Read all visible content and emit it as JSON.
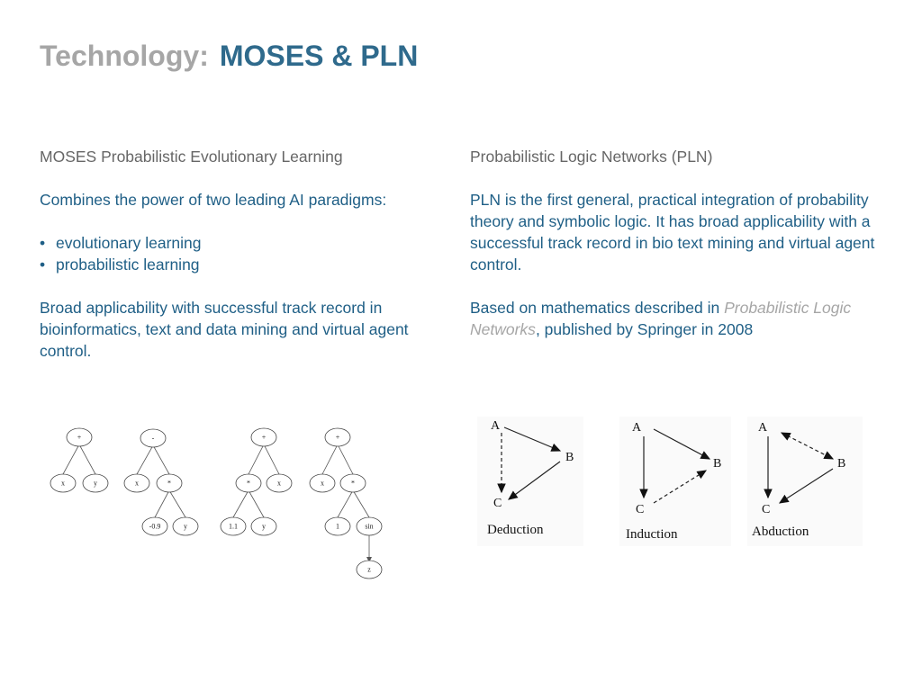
{
  "title": {
    "prefix": "Technology:",
    "main": "MOSES & PLN"
  },
  "left": {
    "heading": "MOSES Probabilistic Evolutionary Learning",
    "intro": "Combines the power of two leading AI paradigms:",
    "bullets": [
      "evolutionary learning",
      "probabilistic learning"
    ],
    "summary": "Broad applicability with successful track record in bioinformatics, text and data mining and virtual agent control."
  },
  "right": {
    "heading": "Probabilistic Logic Networks (PLN)",
    "para1": "PLN is the first general, practical integration of probability theory and symbolic logic. It has broad applicability with a successful track record in bio text mining and virtual agent control.",
    "para2_pre": "Based on mathematics described in ",
    "para2_book": "Probabilistic Logic Networks",
    "para2_post": ", published by Springer in 2008"
  },
  "trees": [
    {
      "root": "+",
      "left": "x",
      "right": "y"
    },
    {
      "root": "-",
      "left": "x",
      "mid": "*",
      "mid_left": "-0.9",
      "mid_right": "y"
    },
    {
      "root": "+",
      "left": "*",
      "right": "x",
      "ll": "1.1",
      "lr": "y"
    },
    {
      "root": "+",
      "left": "x",
      "mid": "*",
      "ml": "1",
      "mr": "sin",
      "leaf": "z"
    }
  ],
  "pln_diagrams": [
    {
      "a": "A",
      "b": "B",
      "c": "C",
      "caption": "Deduction"
    },
    {
      "a": "A",
      "b": "B",
      "c": "C",
      "caption": "Induction"
    },
    {
      "a": "A",
      "b": "B",
      "c": "C",
      "caption": "Abduction"
    }
  ]
}
